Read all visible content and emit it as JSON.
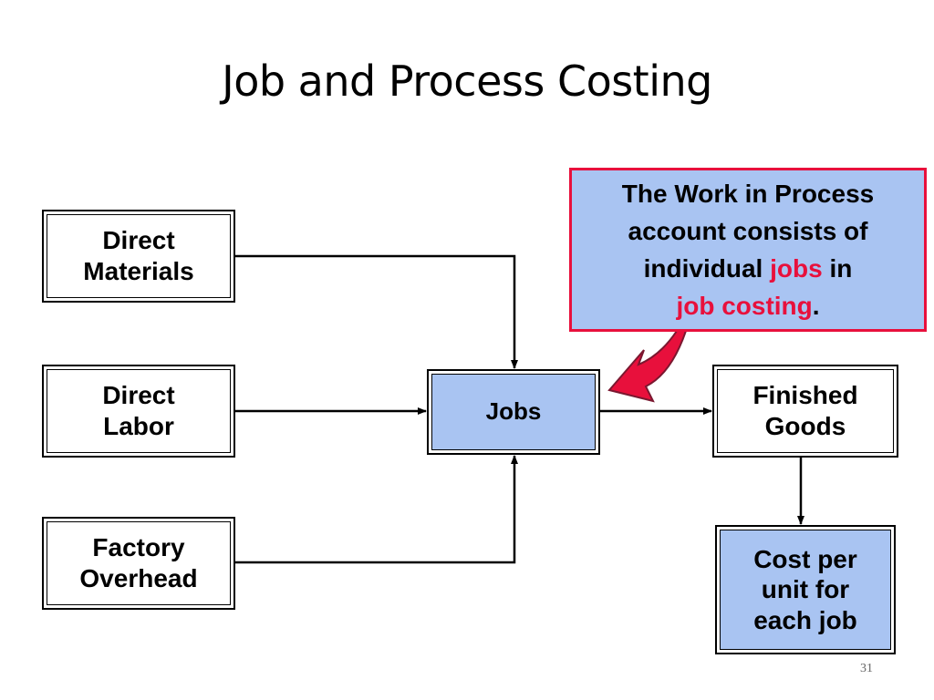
{
  "slide": {
    "title": "Job and Process Costing",
    "number": "31"
  },
  "boxes": {
    "direct_materials": [
      "Direct",
      "Materials"
    ],
    "direct_labor": [
      "Direct",
      "Labor"
    ],
    "factory_overhead": [
      "Factory",
      "Overhead"
    ],
    "jobs": "Jobs",
    "finished_goods": [
      "Finished",
      "Goods"
    ],
    "cost_per_unit": [
      "Cost per",
      "unit for",
      "each job"
    ]
  },
  "callout": {
    "line1": "The Work in Process",
    "line2": "account consists of",
    "line3_prefix": "individual ",
    "line3_highlight": "jobs",
    "line3_suffix": " in",
    "line4_highlight": "job costing",
    "line4_suffix": "."
  },
  "colors": {
    "box_fill": "#a9c4f2",
    "highlight": "#e8103c"
  }
}
